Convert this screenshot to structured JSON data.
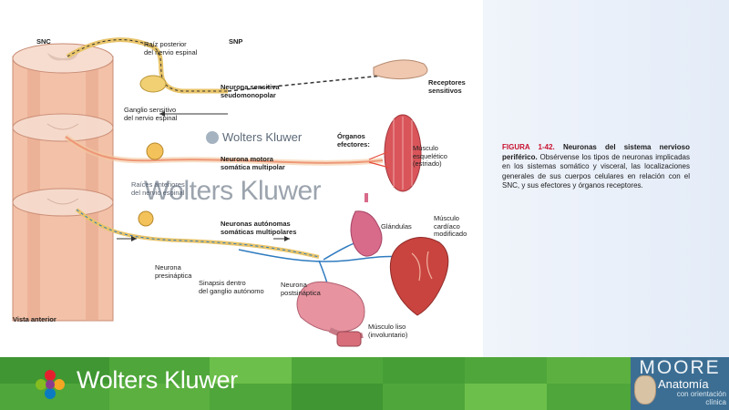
{
  "figure": {
    "labels": {
      "snc": "SNC",
      "snp": "SNP",
      "raiz_posterior": "Raíz posterior\ndel nervio espinal",
      "neurona_sensitiva": "Neurona sensitiva\nseudomonopolar",
      "receptores": "Receptores\nsensitivos",
      "ganglio_sensitivo": "Ganglio sensitivo\ndel nervio espinal",
      "organos_efectores": "Órganos\nefectores:",
      "musculo_esqueletico": "Músculo\nesquelético\n(estriado)",
      "neurona_motora": "Neurona motora\nsomática multipolar",
      "raices_anteriores": "Raíces anteriores\ndel nervio espinal",
      "glandulas": "Glándulas",
      "musculo_cardiaco": "Músculo\ncardíaco\nmodificado",
      "neuronas_autonomas": "Neuronas autónomas\nsomáticas multipolares",
      "neurona_presinaptica": "Neurona\npresináptica",
      "sinapsis": "Sinapsis dentro\ndel ganglio autónomo",
      "neurona_postsinaptica": "Neurona\npostsináptica",
      "vista_anterior": "Vista anterior",
      "musculo_liso": "Músculo liso\n(involuntario)"
    },
    "watermark_small": "Wolters Kluwer",
    "watermark_big": "Wolters Kluwer"
  },
  "caption": {
    "number": "FIGURA 1-42.",
    "title": "Neuronas del sistema nervioso periférico.",
    "body": "Obsérvense los tipos de neuronas implicadas en los sistemas somático y visceral, las localizaciones generales de sus cuerpos celulares en relación con el SNC, y sus efectores y órganos receptores."
  },
  "footer": {
    "brand": "Wolters Kluwer",
    "book_author": "MOORE",
    "book_title": "Anatomía",
    "book_subtitle": "con orientación\nclínica",
    "colors": {
      "green_dark": "#3f9632",
      "green_light": "#6cbf4a",
      "accent_blue": "#3c6e93"
    }
  },
  "icons": [
    "wolters-kluwer-logo-icon",
    "moore-cover-portrait-icon"
  ]
}
